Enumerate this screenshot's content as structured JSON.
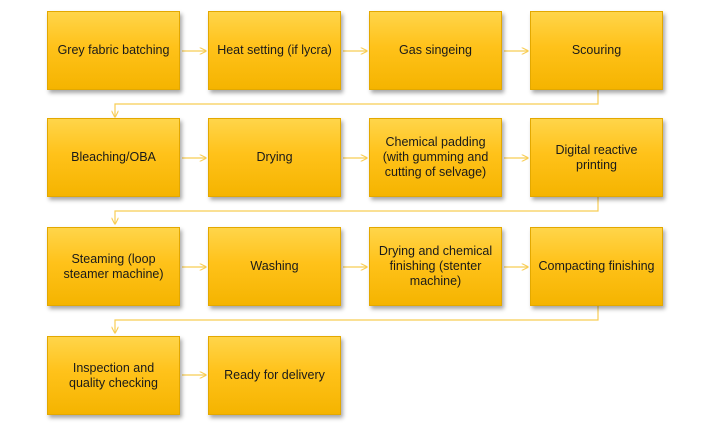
{
  "steps": [
    "Grey fabric batching",
    "Heat setting (if lycra)",
    "Gas singeing",
    "Scouring",
    "Bleaching/OBA",
    "Drying",
    "Chemical padding (with gumming and cutting of selvage)",
    "Digital reactive printing",
    "Steaming (loop steamer machine)",
    "Washing",
    "Drying and chemical finishing (stenter machine)",
    "Compacting finishing",
    "Inspection and quality checking",
    "Ready for delivery"
  ],
  "colors": {
    "box_fill": "#ffc21a",
    "box_border": "#e3a800",
    "connector": "#f8cd55"
  }
}
